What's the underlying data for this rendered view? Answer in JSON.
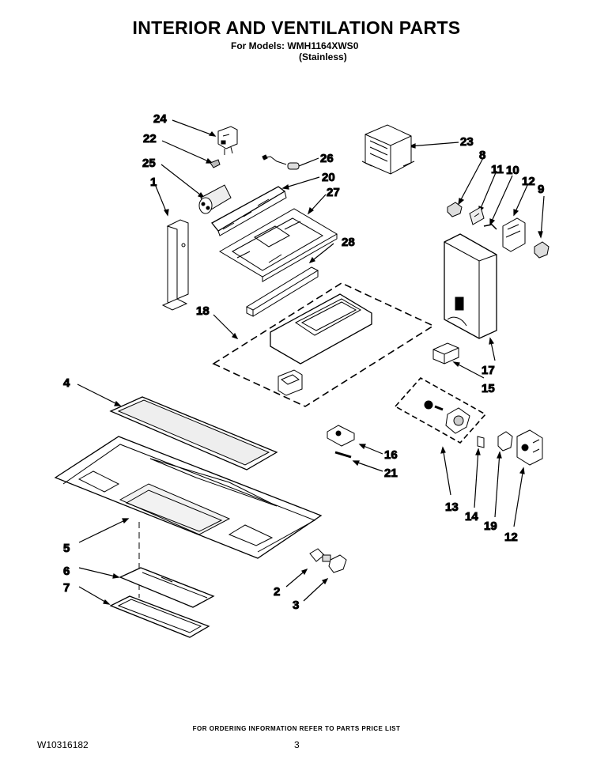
{
  "header": {
    "title": "INTERIOR AND VENTILATION PARTS",
    "models_line": "For Models: WMH1164XWS0",
    "finish_line": "(Stainless)"
  },
  "callouts": [
    "24",
    "22",
    "26",
    "25",
    "20",
    "1",
    "27",
    "28",
    "23",
    "8",
    "11",
    "10",
    "12",
    "9",
    "18",
    "17",
    "15",
    "4",
    "16",
    "21",
    "13",
    "14",
    "19",
    "12",
    "5",
    "2",
    "6",
    "3",
    "7"
  ],
  "footer": {
    "ordering_note": "FOR ORDERING INFORMATION REFER TO PARTS PRICE LIST",
    "document_number": "W10316182",
    "page_number": "3"
  }
}
